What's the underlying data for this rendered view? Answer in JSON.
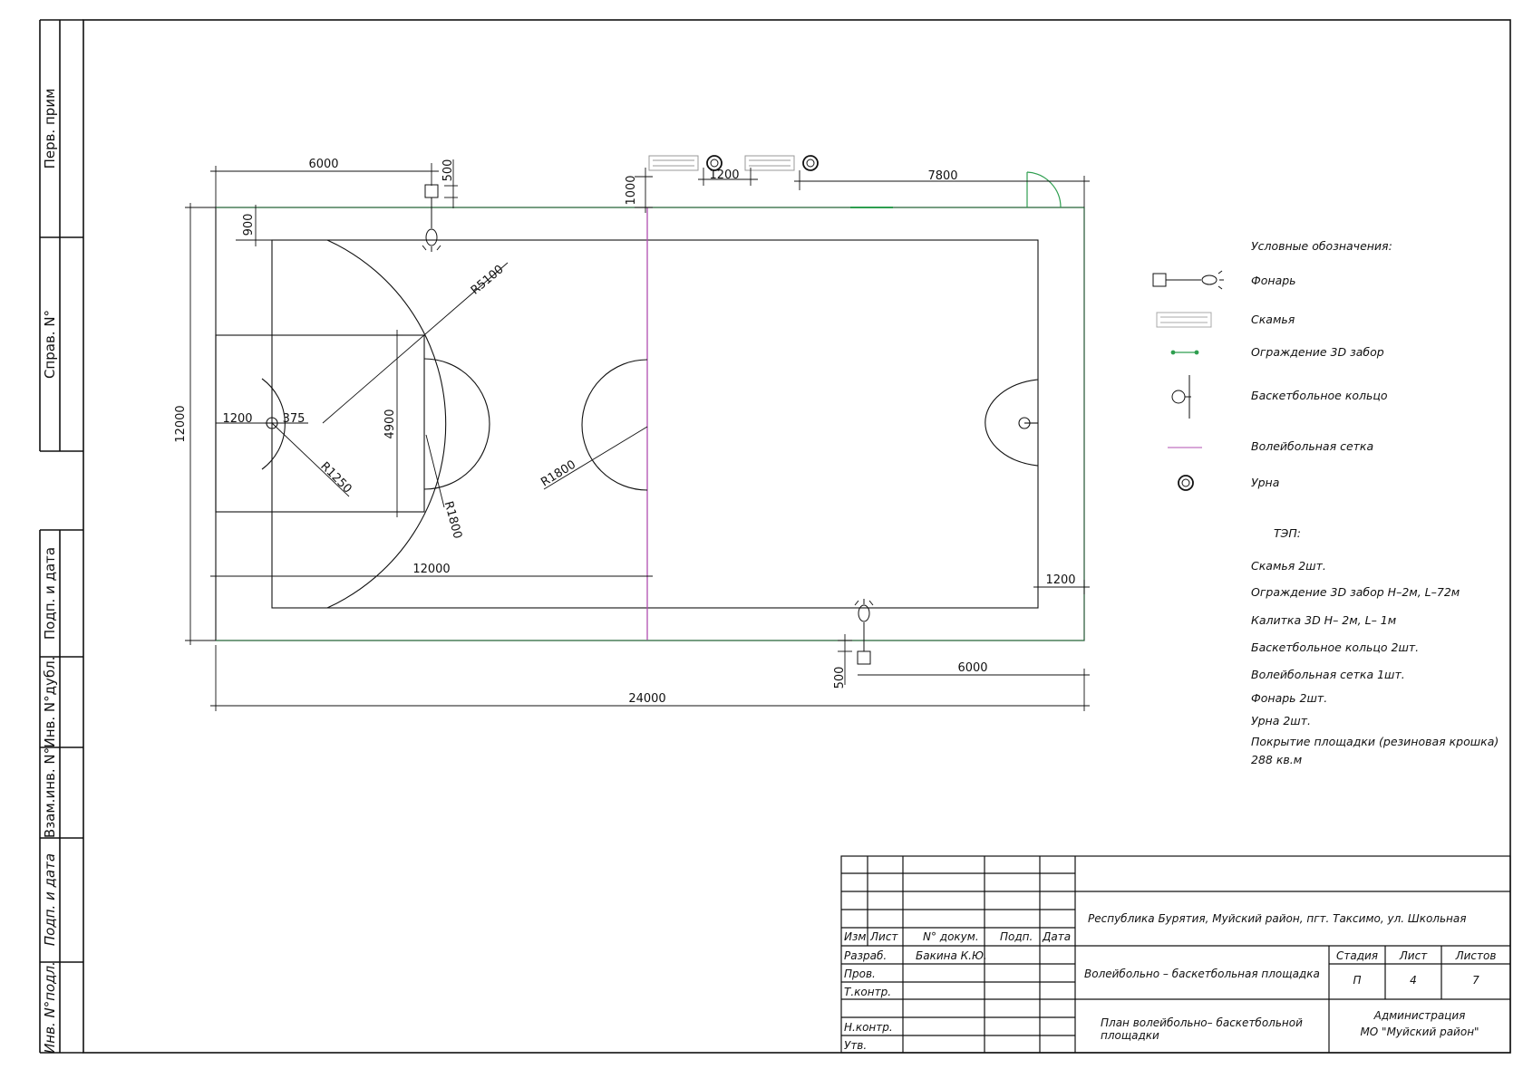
{
  "side_stamp": {
    "perv_prim": "Перв. прим",
    "sprav_no": "Справ. N°",
    "podp_data": "Подп. и дата",
    "inv_dubl": "Инв. N°дубл.",
    "vzam_inv": "Взам.инв. N°",
    "podp_data2": "Подп. и дата",
    "inv_podl": "Инв. N°подл."
  },
  "drawing": {
    "dims": {
      "d6000_top": "6000",
      "d500_top": "500",
      "d1000": "1000",
      "d1200_bench": "1200",
      "d7800": "7800",
      "d900": "900",
      "r5100": "R5100",
      "d12000_side": "12000",
      "d1200_left": "1200",
      "d375": "375",
      "d4900": "4900",
      "r1250": "R1250",
      "r1800_key": "R1800",
      "r1800_center": "R1800",
      "d12000_half": "12000",
      "d1200_right": "1200",
      "d500_bottom": "500",
      "d6000_bottom": "6000",
      "d24000": "24000"
    }
  },
  "legend": {
    "title": "Условные обозначения:",
    "items": {
      "lamp": "Фонарь",
      "bench": "Скамья",
      "fence": "Ограждение 3D забор",
      "hoop": "Баскетбольное кольцо",
      "net": "Волейбольная сетка",
      "urn": "Урна"
    }
  },
  "tep": {
    "title": "ТЭП:",
    "lines": [
      "Скамья 2шт.",
      "Ограждение 3D забор Н–2м, L–72м",
      "Калитка 3D Н– 2м, L– 1м",
      "Баскетбольное кольцо 2шт.",
      "Волейбольная сетка 1шт.",
      "Фонарь 2шт.",
      "Урна 2шт.",
      "Покрытие площадки (резиновая крошка)",
      "288 кв.м"
    ]
  },
  "title_block": {
    "address": "Республика Бурятия, Муйский район, пгт. Таксимо, ул. Школьная",
    "headers": {
      "izm": "Изм",
      "list": "Лист",
      "doc": "N° докум.",
      "podp": "Подп.",
      "data": "Дата"
    },
    "roles": {
      "razrab": "Разраб.",
      "prov": "Пров.",
      "tkontr": "Т.контр.",
      "nkontr": "Н.контр.",
      "utv": "Утв."
    },
    "developer_name": "Бакина К.Ю.",
    "object": "Волейбольно – баскетбольная площадка",
    "sheet_title_1": "План волейбольно– баскетбольной",
    "sheet_title_2": "площадки",
    "stage_label": "Стадия",
    "sheet_label": "Лист",
    "sheets_label": "Листов",
    "stage": "П",
    "sheet": "4",
    "sheets": "7",
    "org_1": "Администрация",
    "org_2": "МО \"Муйский район\""
  },
  "colors": {
    "line": "#111111",
    "fence": "#2e9e4f",
    "net": "#b04fb0"
  }
}
